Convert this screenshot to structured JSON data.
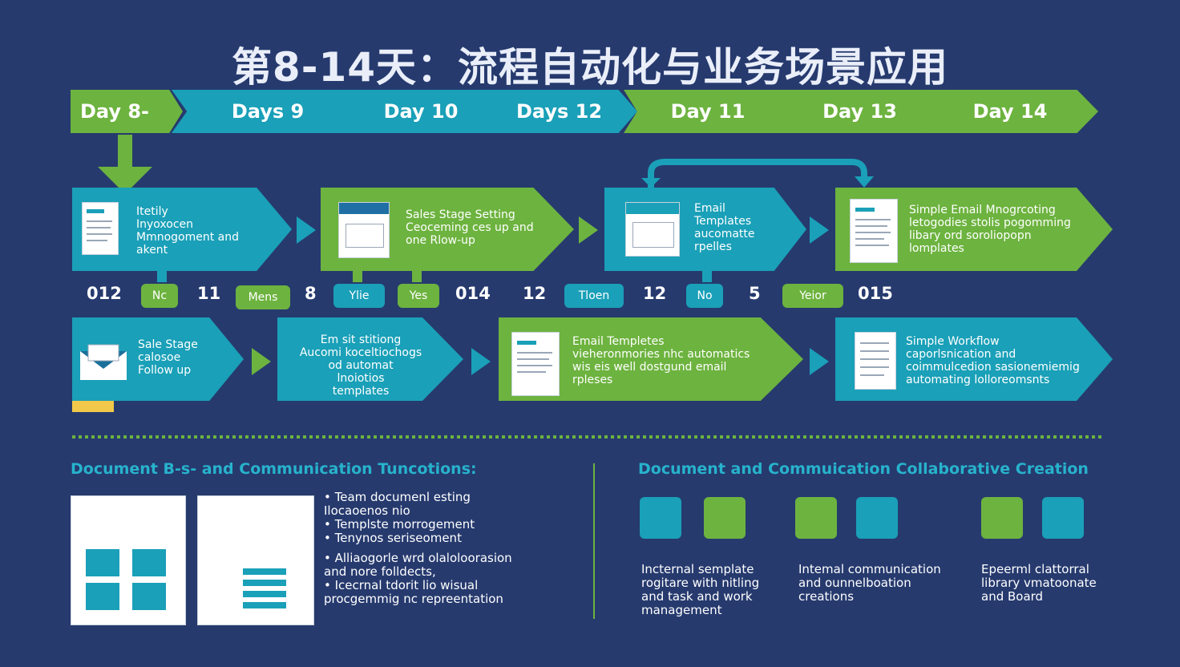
{
  "title": "第8-14天：流程自动化与业务场景应用",
  "timeline": [
    "Day 8-",
    "Days 9",
    "Day 10",
    "Days 12",
    "Day 11",
    "Day 13",
    "Day 14"
  ],
  "row1": [
    {
      "text": "Itetily\nInyoxocen\nMmnogoment and\nakent"
    },
    {
      "text": "Sales Stage Setting\nCeoceming ces up and\none Rlow-up"
    },
    {
      "text": "Email\nTemplates\naucomatte\nrpelles"
    },
    {
      "text": "Simple Email Mnogrcoting\nletogodies stolis pogomming\nlibary ord soroliopopn\nlomplates"
    }
  ],
  "middle": {
    "items": [
      "012",
      "Nc",
      "11",
      "Mens",
      "8",
      "Ylie",
      "Yes",
      "014",
      "12",
      "Tloen",
      "12",
      "No",
      "5",
      "Yeior",
      "015"
    ]
  },
  "row2": [
    {
      "text": "Sale Stage\ncalosoe\nFollow up"
    },
    {
      "text": "Em sit stitiong\nAucomi koceltiochogs\nod automat\nlnoiotios\ntemplates"
    },
    {
      "text": "Email Templetes\nvieheronmories nhc automatics\nwis eis well dostgund email\nrpleses"
    },
    {
      "text": "Simple Workflow\ncaporlsnication and\ncoimmulcedion sasionemiemig\nautomating lolloreomsnts"
    }
  ],
  "section_left": {
    "heading": "Document B-s- and Communication Tuncotions:",
    "bullets": [
      "Team documenl esting\nIlocaoenos nio",
      "Templste morrogement",
      "Tenynos seriseoment",
      "Alliaogorle wrd olaloloorasion\nand nore folldects,",
      "Icecrnal tdorit lio wisual\nprocgemmig nc repreentation"
    ]
  },
  "section_right": {
    "heading": "Document and Commuication Collaborative Creation",
    "groups": [
      {
        "caption": "Incternal semplate\nrogitare with nitling\nand task and work\nmanagement"
      },
      {
        "caption": "Intemal communication\nand ounnelboation\ncreations"
      },
      {
        "caption": "Epeerml clattorral\nlibrary vmatoonate\nand Board"
      }
    ]
  },
  "colors": {
    "background": "#263a6e",
    "green": "#6db33f",
    "teal": "#1aa0b8",
    "heading": "#27b3cc"
  }
}
